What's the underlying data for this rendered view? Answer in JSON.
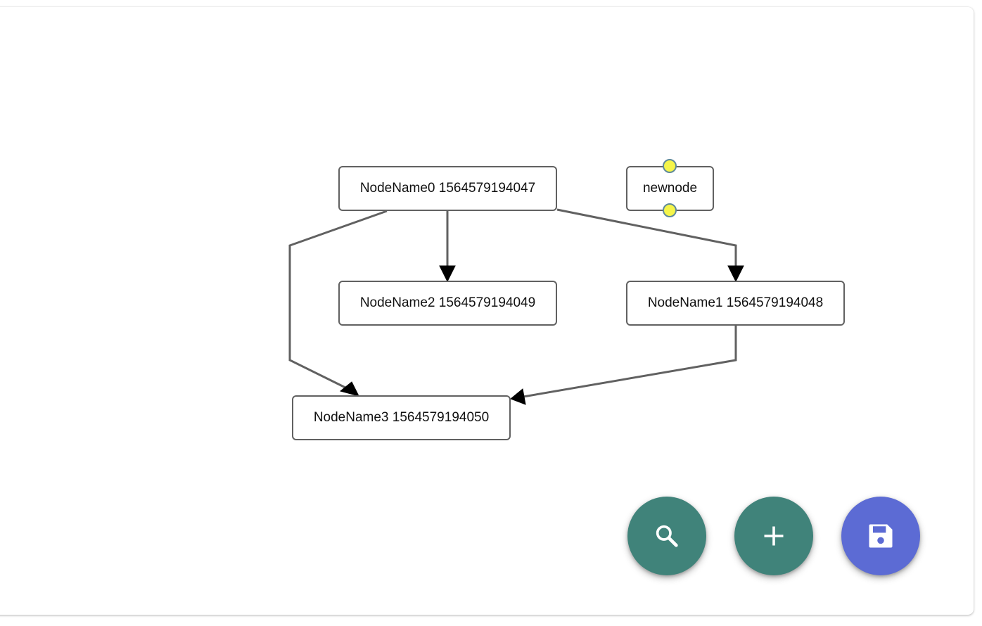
{
  "graph": {
    "nodes": [
      {
        "id": "n0",
        "label": "NodeName0 1564579194047"
      },
      {
        "id": "n2",
        "label": "NodeName2 1564579194049"
      },
      {
        "id": "n1",
        "label": "NodeName1 1564579194048"
      },
      {
        "id": "n3",
        "label": "NodeName3 1564579194050"
      },
      {
        "id": "new",
        "label": "newnode"
      }
    ],
    "edges": [
      {
        "from": "NodeName0 1564579194047",
        "to": "NodeName2 1564579194049"
      },
      {
        "from": "NodeName0 1564579194047",
        "to": "NodeName1 1564579194048"
      },
      {
        "from": "NodeName0 1564579194047",
        "to": "NodeName3 1564579194050"
      },
      {
        "from": "NodeName1 1564579194048",
        "to": "NodeName3 1564579194050"
      }
    ]
  },
  "actions": {
    "search_icon": "search-icon",
    "add_icon": "plus-icon",
    "save_icon": "floppy-disk-icon"
  },
  "colors": {
    "search_button": "#40837a",
    "add_button": "#40837a",
    "save_button": "#5c6bd4",
    "node_border": "#616161",
    "port_fill": "#f5f54a"
  }
}
